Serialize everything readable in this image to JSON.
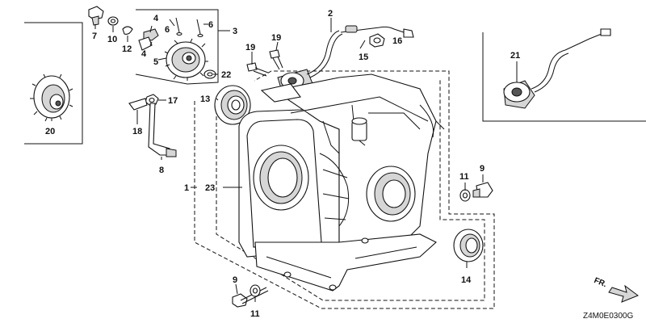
{
  "diagram": {
    "drawing_code": "Z4M0E0300G",
    "front_marker": "FR.",
    "callouts": {
      "c1": "1",
      "c2": "2",
      "c3": "3",
      "c4a": "4",
      "c4b": "4",
      "c5": "5",
      "c6a": "6",
      "c6b": "6",
      "c7": "7",
      "c8": "8",
      "c9a": "9",
      "c9b": "9",
      "c10": "10",
      "c11a": "11",
      "c11b": "11",
      "c12": "12",
      "c13": "13",
      "c14": "14",
      "c15": "15",
      "c16": "16",
      "c17": "17",
      "c18": "18",
      "c19a": "19",
      "c19b": "19",
      "c20": "20",
      "c21": "21",
      "c22": "22",
      "c23": "23"
    }
  }
}
